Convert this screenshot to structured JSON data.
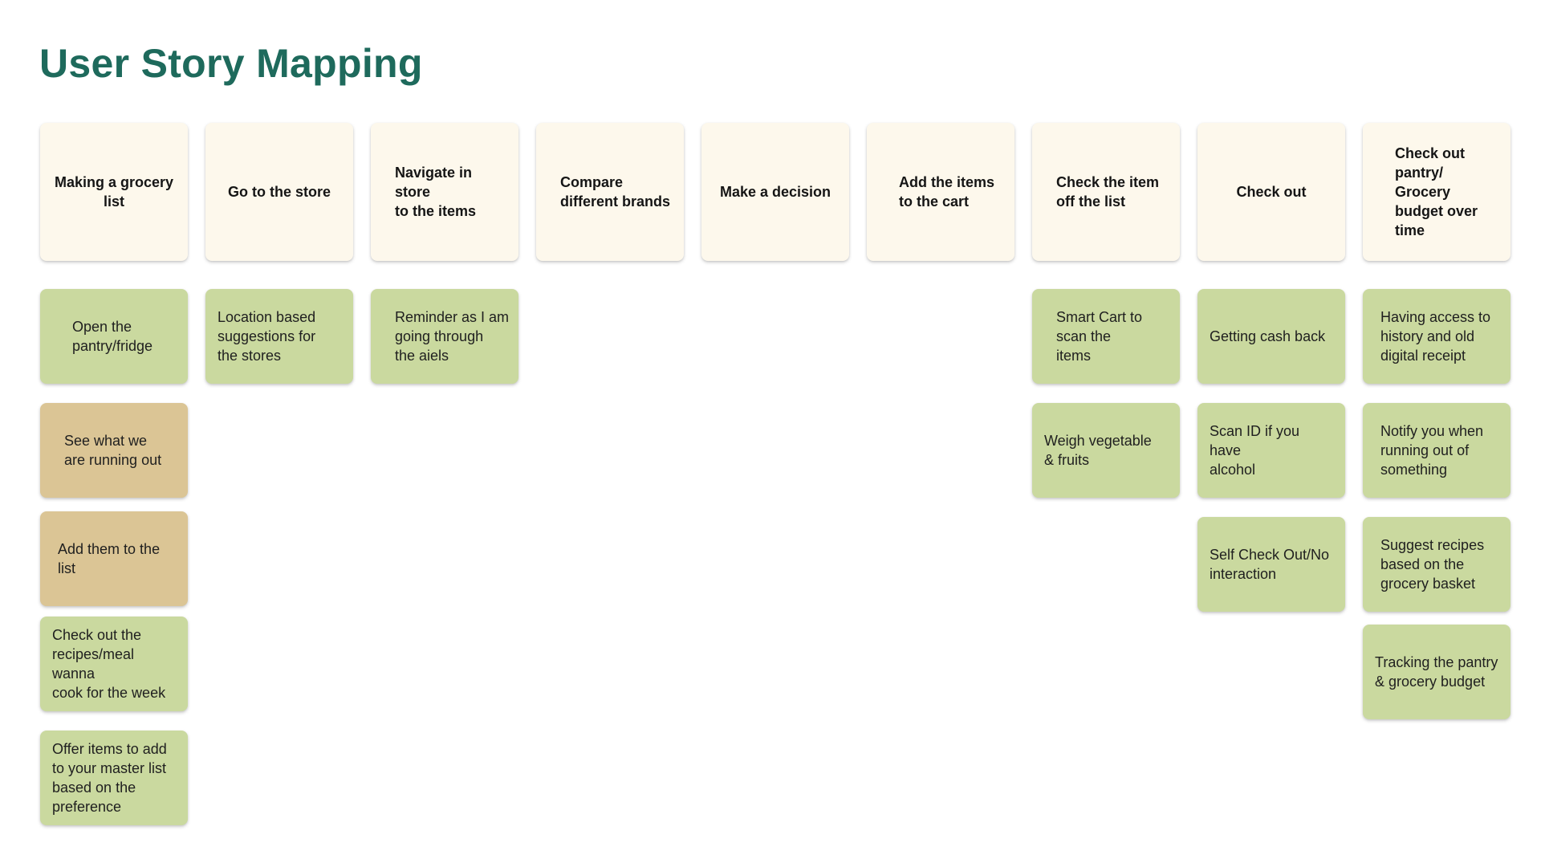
{
  "page": {
    "title": "User Story Mapping"
  },
  "colors": {
    "title": "#1e6a5c",
    "activity_card": "#fdf8ec",
    "story_card_green": "#cad99f",
    "story_card_tan": "#dbc595"
  },
  "activities": [
    {
      "label": "Making a grocery\nlist",
      "stories": [
        {
          "text": "Open the\npantry/fridge",
          "color": "green"
        },
        {
          "text": "See what we\nare running out",
          "color": "tan"
        },
        {
          "text": "Add them to the\nlist",
          "color": "tan"
        },
        {
          "text": "Check out the\nrecipes/meal wanna\ncook for the week",
          "color": "green"
        },
        {
          "text": "Offer items to add\nto your master list\nbased on the\npreference",
          "color": "green"
        }
      ]
    },
    {
      "label": "Go to the store",
      "stories": [
        {
          "text": "Location based\nsuggestions for\nthe stores",
          "color": "green"
        }
      ]
    },
    {
      "label": "Navigate in store\nto the items",
      "stories": [
        {
          "text": "Reminder as I am\ngoing through\nthe aiels",
          "color": "green"
        }
      ]
    },
    {
      "label": "Compare\ndifferent brands",
      "stories": []
    },
    {
      "label": "Make a decision",
      "stories": []
    },
    {
      "label": "Add the items\nto the cart",
      "stories": []
    },
    {
      "label": "Check the item\noff the list",
      "stories": [
        {
          "text": "Smart Cart to\nscan the\nitems",
          "color": "green"
        },
        {
          "text": "Weigh vegetable\n& fruits",
          "color": "green"
        }
      ]
    },
    {
      "label": "Check out",
      "stories": [
        {
          "text": "Getting cash back",
          "color": "green"
        },
        {
          "text": "Scan ID if you have\nalcohol",
          "color": "green"
        },
        {
          "text": "Self Check Out/No\ninteraction",
          "color": "green"
        }
      ]
    },
    {
      "label": "Check out\npantry/\nGrocery\nbudget over\ntime",
      "stories": [
        {
          "text": "Having access to\nhistory and old\ndigital receipt",
          "color": "green"
        },
        {
          "text": "Notify you when\nrunning out of\nsomething",
          "color": "green"
        },
        {
          "text": "Suggest recipes\nbased on the\ngrocery basket",
          "color": "green"
        },
        {
          "text": "Tracking the  pantry\n& grocery budget",
          "color": "green"
        }
      ]
    }
  ]
}
